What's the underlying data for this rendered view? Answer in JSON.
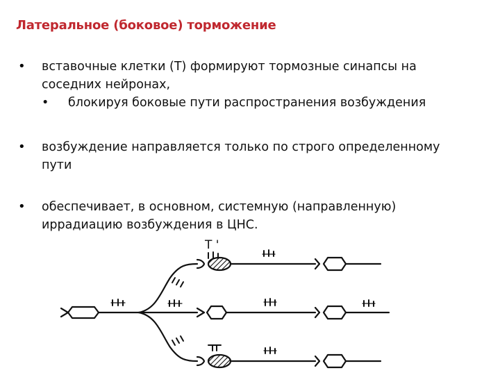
{
  "title": "Латеральное (боковое) торможение",
  "bullets": [
    {
      "symbol": "•",
      "lines": [
        "вставочные клетки (Т) формируют тормозные синапсы на",
        "соседних нейронах,"
      ],
      "sub": {
        "symbol": "•",
        "text": "блокируя боковые пути распространения возбуждения"
      }
    },
    {
      "symbol": "•",
      "lines": [
        "возбуждение направляется только по строго определенному",
        "пути"
      ]
    },
    {
      "symbol": "•",
      "lines": [
        "обеспечивает, в основном, системную (направленную)",
        "иррадиацию возбуждения в ЦНС."
      ]
    }
  ],
  "diagram": {
    "t_label": "Т '"
  }
}
